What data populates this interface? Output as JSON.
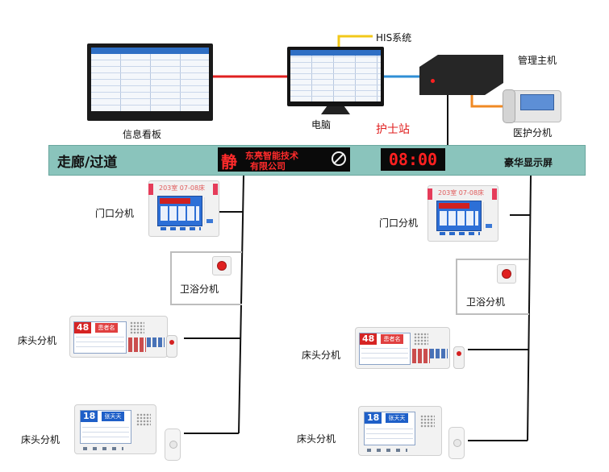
{
  "labels": {
    "info_board": "信息看板",
    "computer": "电脑",
    "his_system": "HIS系统",
    "host": "管理主机",
    "nurse_phone": "医护分机",
    "nurse_station": "护士站",
    "corridor": "走廊/过道",
    "lux_display": "豪华显示屏",
    "door_unit_left": "门口分机",
    "bath_unit_left": "卫浴分机",
    "bed_unit_left_1": "床头分机",
    "bed_unit_left_2": "床头分机",
    "door_unit_right": "门口分机",
    "bath_unit_right": "卫浴分机",
    "bed_unit_right_1": "床头分机",
    "bed_unit_right_2": "床头分机"
  },
  "led_sign": {
    "quiet": "静",
    "company_line1": "东亮智能技术",
    "company_line2": "有限公司"
  },
  "clock": "08:00",
  "door_screen": {
    "room_left": "203室 07-08床",
    "room_right": "203室 07-08床"
  },
  "bed_screens": {
    "left_1_num": "48",
    "left_1_title": "患者名",
    "left_2_num": "18",
    "left_2_title": "张天天",
    "right_1_num": "48",
    "right_1_title": "患者名",
    "right_2_num": "18",
    "right_2_title": "张天天"
  },
  "colors": {
    "corridor": "#8ac4bc",
    "wire_red": "#e02020",
    "wire_blue": "#2f8fd6",
    "wire_yellow": "#f2c81a",
    "wire_orange": "#f08a24",
    "wire_gray": "#bdbdbd",
    "wire_black": "#111111",
    "nurse_station_text": "#e02020"
  }
}
